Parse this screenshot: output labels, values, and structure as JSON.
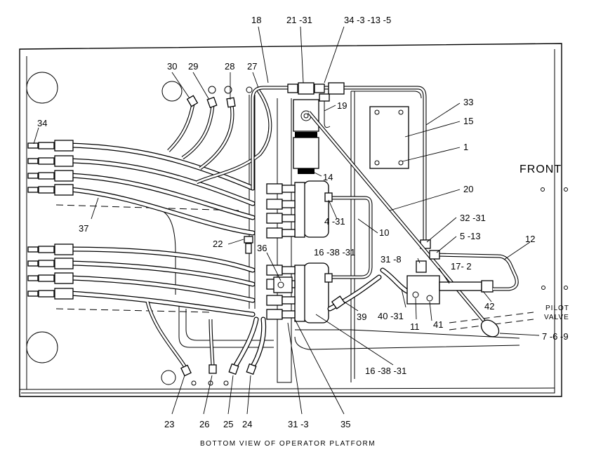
{
  "callouts": {
    "c18": "18",
    "c21_31": "21 -31",
    "c34_3_13_5": "34 -3 -13 -5",
    "c30": "30",
    "c29": "29",
    "c28": "28",
    "c27": "27",
    "c19": "19",
    "c33": "33",
    "c15": "15",
    "c1": "1",
    "c34": "34",
    "c14": "14",
    "c20": "20",
    "c4_31": "4 -31",
    "c32_31": "32 -31",
    "c37": "37",
    "c10": "10",
    "c5_13": "5 -13",
    "c12": "12",
    "c22": "22",
    "c16_38_31_a": "16 -38 -31",
    "c36": "36",
    "c31_8": "31 -8",
    "c17_2": "17- 2",
    "c42": "42",
    "c40_31": "40 -31",
    "c39": "39",
    "c11": "11",
    "c41": "41",
    "c7_6_9": "7 -6 -9",
    "c16_38_31_b": "16 -38 -31",
    "c23": "23",
    "c26": "26",
    "c25": "25",
    "c24": "24",
    "c31_3": "31 -3",
    "c35": "35"
  },
  "labels": {
    "front": "FRONT",
    "pilot_valve_line1": "PILOT",
    "pilot_valve_line2": "VALVE"
  },
  "caption": "BOTTOM VIEW OF OPERATOR PLATFORM"
}
